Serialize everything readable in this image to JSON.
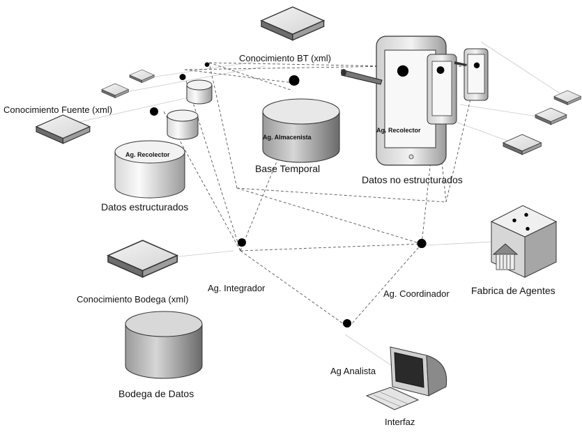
{
  "labels": {
    "conocimiento_bt": "Conocimiento BT (xml)",
    "conocimiento_fuente": "Conocimiento Fuente (xml)",
    "datos_estructurados": "Datos estructurados",
    "ag_recolector_left": "Ag. Recolector",
    "ag_almacenista": "Ag. Almacenista",
    "base_temporal": "Base Temporal",
    "ag_recolector_right": "Ag. Recolector",
    "datos_no_estructurados": "Datos no estructurados",
    "conocimiento_bodega": "Conocimiento Bodega (xml)",
    "ag_integrador": "Ag. Integrador",
    "ag_coordinador": "Ag. Coordinador",
    "fabrica_agentes": "Fabrica de Agentes",
    "bodega_datos": "Bodega de Datos",
    "ag_analista": "Ag Analista",
    "interfaz": "Interfaz"
  },
  "icons": {
    "knowledge_box": "flat-box-icon",
    "database": "cylinder-database-icon",
    "agent": "stick-figure-actor-icon",
    "tablet": "tablet-device-icon",
    "factory": "building-factory-icon",
    "computer": "crt-computer-icon"
  }
}
